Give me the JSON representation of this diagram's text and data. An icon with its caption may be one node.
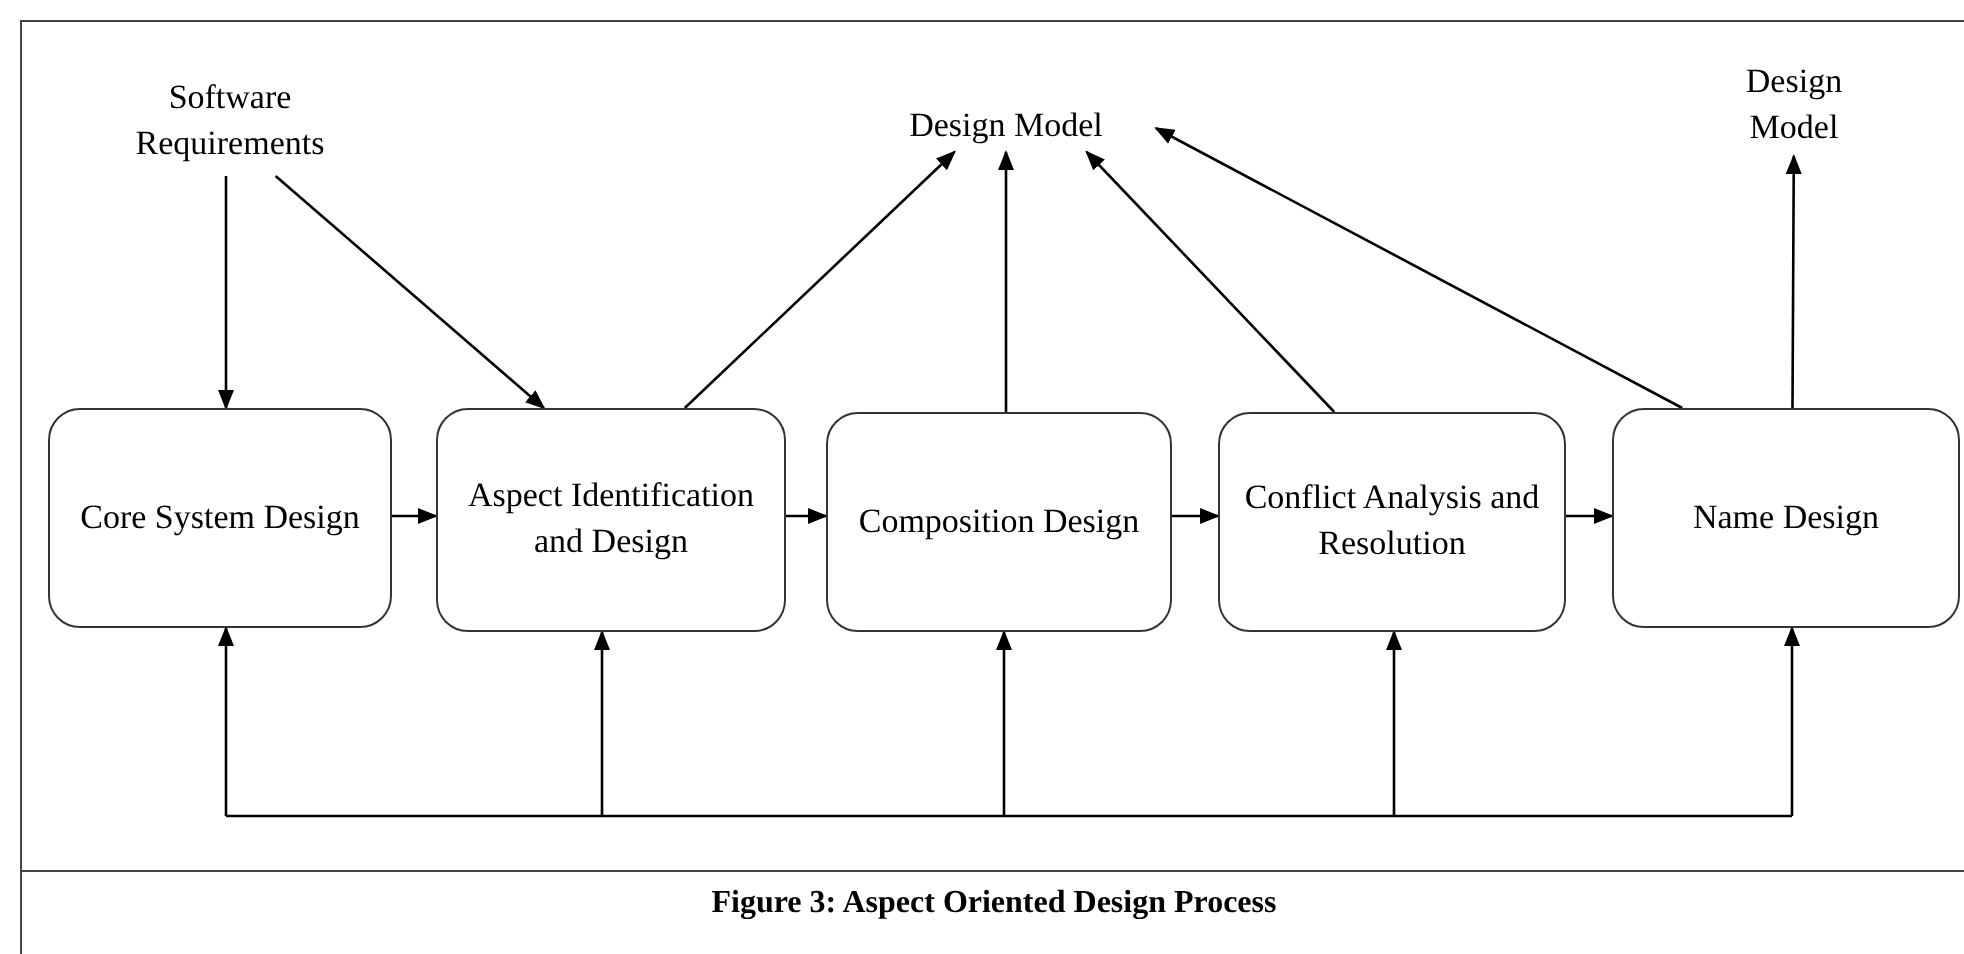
{
  "diagram": {
    "caption": "Figure 3: Aspect Oriented Design Process",
    "nodes": [
      {
        "text": [
          "Software Requirements"
        ]
      },
      {
        "text": [
          "Design Model"
        ]
      },
      {
        "text": [
          "Design Model"
        ]
      },
      {
        "text": [
          "Core System Design"
        ]
      },
      {
        "text": [
          "Aspect Identification and Design"
        ]
      },
      {
        "text": [
          "Composition Design"
        ]
      },
      {
        "text": [
          "Conflict Analysis and Resolution"
        ]
      },
      {
        "text": [
          "Name Design"
        ]
      }
    ],
    "edges": [
      {
        "from": 0,
        "to": 3,
        "arrow": "to"
      },
      {
        "from": 0,
        "to": 4,
        "arrow": "to"
      },
      {
        "from": 4,
        "to": 1,
        "arrow": "to"
      },
      {
        "from": 5,
        "to": 1,
        "arrow": "to"
      },
      {
        "from": 6,
        "to": 1,
        "arrow": "to"
      },
      {
        "from": 7,
        "to": 1,
        "arrow": "to"
      },
      {
        "from": 7,
        "to": 2,
        "arrow": "to"
      },
      {
        "from": 3,
        "to": 4,
        "arrow": "to"
      },
      {
        "from": 4,
        "to": 5,
        "arrow": "to"
      },
      {
        "from": 5,
        "to": 6,
        "arrow": "to"
      },
      {
        "from": 6,
        "to": 7,
        "arrow": "to"
      },
      {
        "from": null,
        "to": 3,
        "arrow": "to"
      },
      {
        "from": null,
        "to": 4,
        "arrow": "to"
      },
      {
        "from": null,
        "to": 5,
        "arrow": "to"
      },
      {
        "from": null,
        "to": 6,
        "arrow": "to"
      },
      {
        "from": null,
        "to": 7,
        "arrow": "to"
      }
    ]
  }
}
